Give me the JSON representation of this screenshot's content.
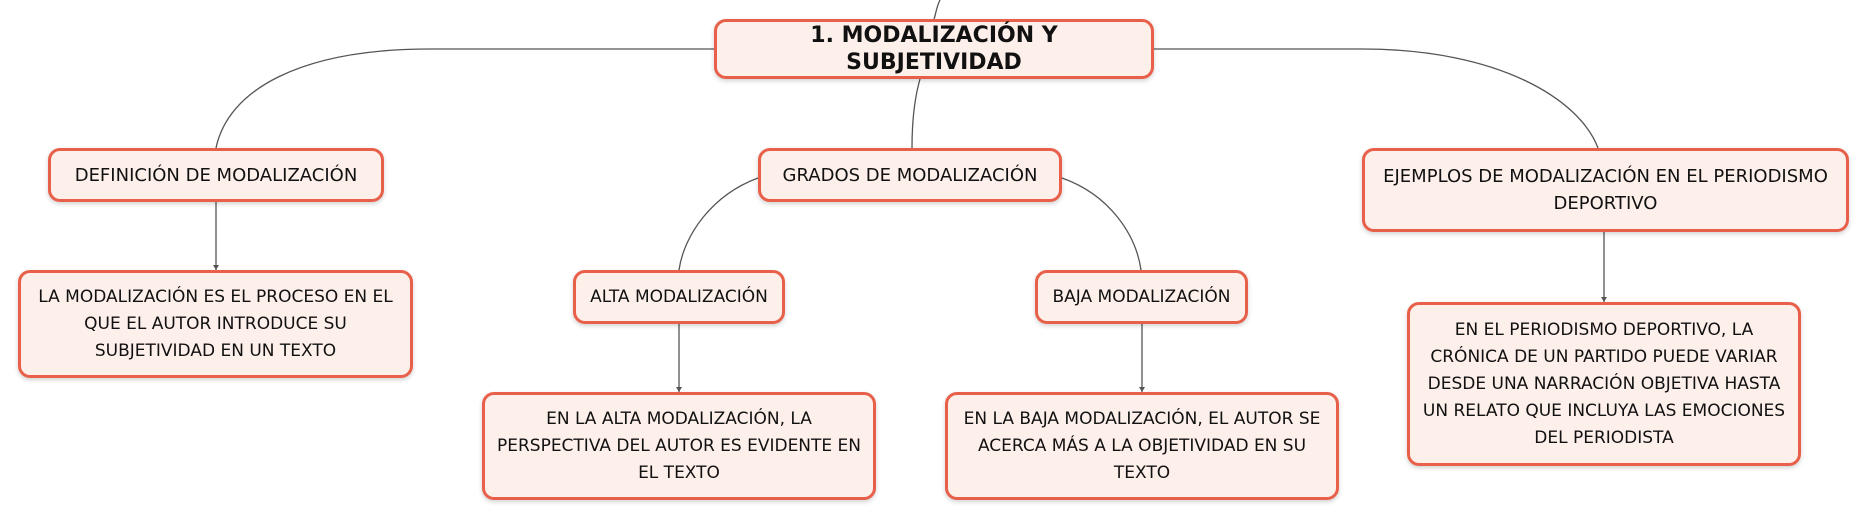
{
  "colors": {
    "node_border": "#e8604a",
    "node_fill": "#fdefea",
    "connector": "#555555",
    "text": "#111111"
  },
  "map": {
    "root": "1. MODALIZACIÓN Y SUBJETIVIDAD",
    "definicion": {
      "title": "DEFINICIÓN DE MODALIZACIÓN",
      "detail": "LA MODALIZACIÓN ES EL PROCESO EN EL QUE EL AUTOR INTRODUCE SU SUBJETIVIDAD EN UN TEXTO"
    },
    "grados": {
      "title": "GRADOS DE MODALIZACIÓN",
      "alta": {
        "title": "ALTA MODALIZACIÓN",
        "detail": "EN LA ALTA MODALIZACIÓN, LA PERSPECTIVA DEL AUTOR ES EVIDENTE EN EL TEXTO"
      },
      "baja": {
        "title": "BAJA MODALIZACIÓN",
        "detail": "EN LA BAJA MODALIZACIÓN, EL AUTOR SE ACERCA MÁS A LA OBJETIVIDAD EN SU TEXTO"
      }
    },
    "ejemplos": {
      "title": "EJEMPLOS DE MODALIZACIÓN EN EL PERIODISMO DEPORTIVO",
      "detail": "EN EL PERIODISMO DEPORTIVO, LA CRÓNICA DE UN PARTIDO PUEDE VARIAR DESDE UNA NARRACIÓN OBJETIVA HASTA UN RELATO QUE INCLUYA LAS EMOCIONES DEL PERIODISTA"
    }
  }
}
